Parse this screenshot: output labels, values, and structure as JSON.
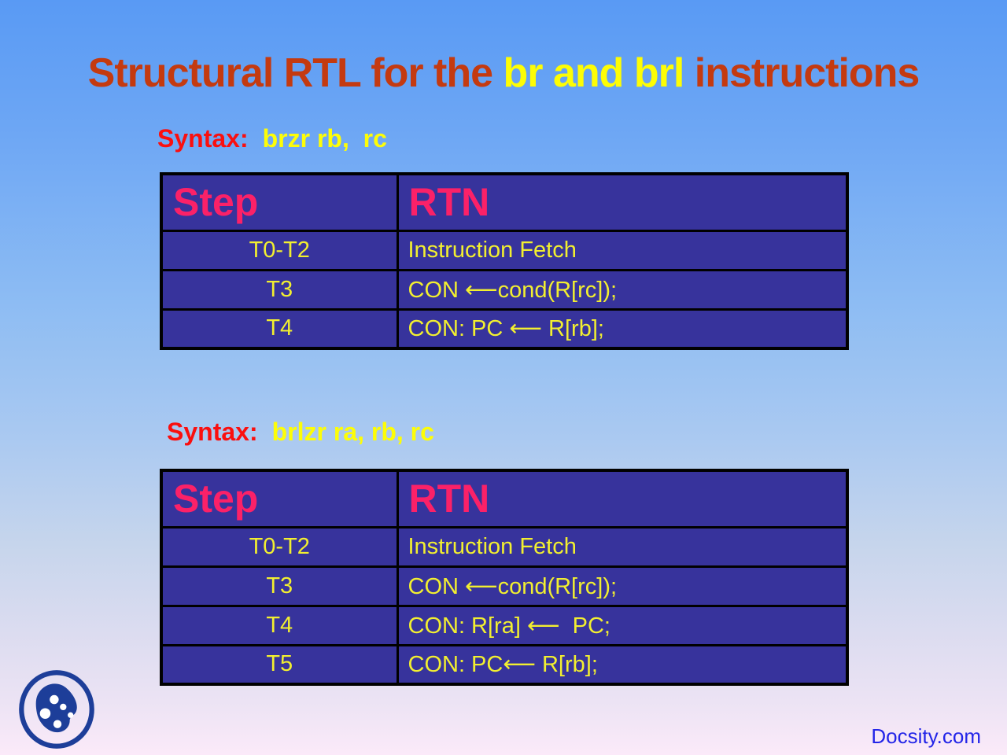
{
  "title": {
    "prefix": "Structural RTL for the ",
    "highlight": "br and brl",
    "suffix": " instructions"
  },
  "sections": [
    {
      "syntax_label": "Syntax:",
      "syntax_value": "brzr rb,  rc",
      "table": {
        "headers": [
          "Step",
          "RTN"
        ],
        "rows": [
          {
            "step": "T0-T2",
            "rtn": "Instruction Fetch"
          },
          {
            "step": "T3",
            "rtn": "CON ⟵cond(R[rc]);"
          },
          {
            "step": "T4",
            "rtn": "CON: PC ⟵ R[rb];"
          }
        ]
      }
    },
    {
      "syntax_label": "Syntax:",
      "syntax_value": "brlzr ra, rb, rc",
      "table": {
        "headers": [
          "Step",
          "RTN"
        ],
        "rows": [
          {
            "step": "T0-T2",
            "rtn": "Instruction Fetch"
          },
          {
            "step": "T3",
            "rtn": "CON ⟵cond(R[rc]);"
          },
          {
            "step": "T4",
            "rtn": "CON: R[ra] ⟵  PC;"
          },
          {
            "step": "T5",
            "rtn": "CON: PC⟵ R[rb];"
          }
        ]
      }
    }
  ],
  "footer": {
    "brand": "Docsity.com",
    "logo": "docsity-logo"
  },
  "colors": {
    "title_red": "#c43a10",
    "title_yellow": "#fdfd05",
    "syntax_red": "#fa0f0f",
    "syntax_yellow": "#fdfd08",
    "table_background": "#37339c",
    "table_border": "#000000",
    "header_pink": "#fb2168",
    "cell_yellow": "#f2ef30",
    "brand_blue": "#2325e8",
    "logo_navy": "#1d3e99",
    "background_top": "#599af4",
    "background_bottom": "#fbeaf9"
  }
}
